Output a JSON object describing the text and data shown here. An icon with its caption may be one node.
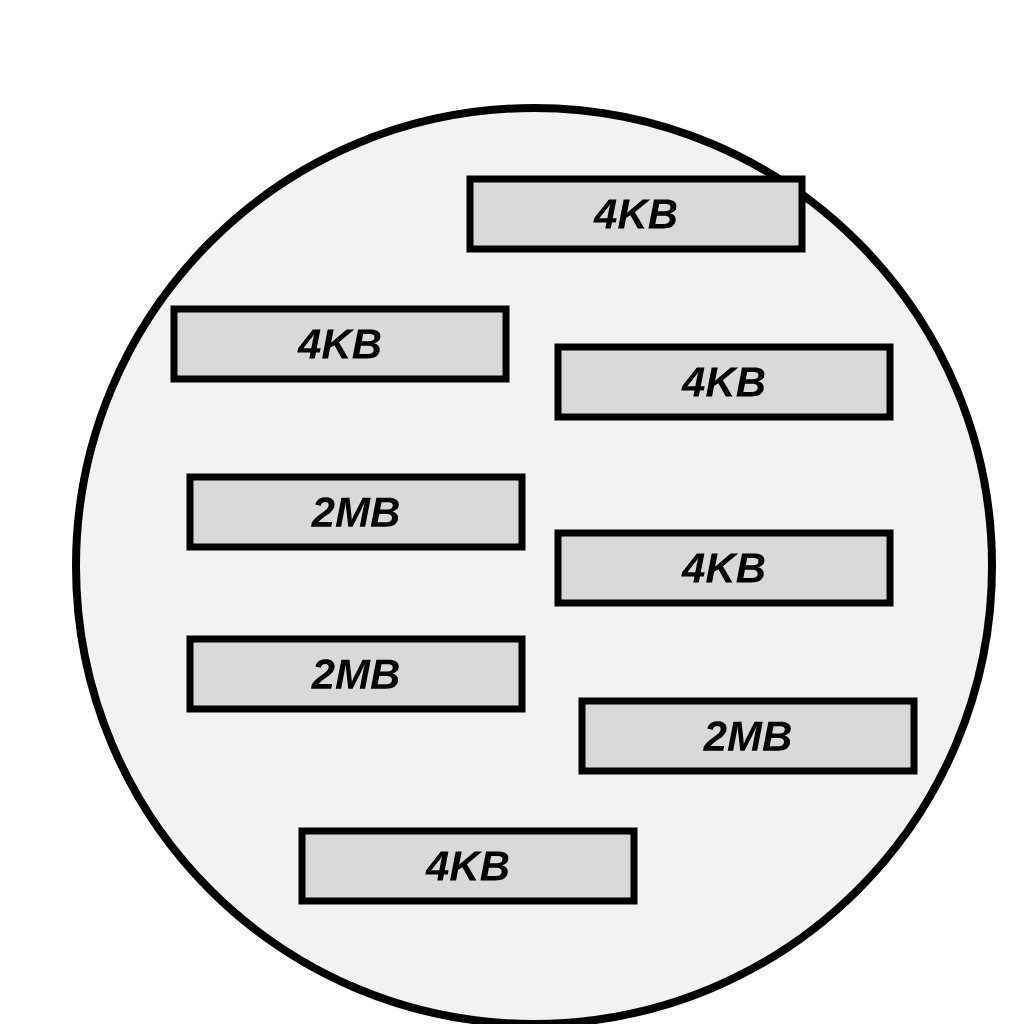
{
  "diagram": {
    "nodes": [
      {
        "text": [],
        "shape": "circle"
      },
      {
        "text": [
          "4KB"
        ],
        "in": 0
      },
      {
        "text": [
          "4KB"
        ],
        "in": 0
      },
      {
        "text": [
          "4KB"
        ],
        "in": 0
      },
      {
        "text": [
          "2MB"
        ],
        "in": 0
      },
      {
        "text": [
          "4KB"
        ],
        "in": 0
      },
      {
        "text": [
          "2MB"
        ],
        "in": 0
      },
      {
        "text": [
          "2MB"
        ],
        "in": 0
      },
      {
        "text": [
          "4KB"
        ],
        "in": 0
      }
    ]
  }
}
